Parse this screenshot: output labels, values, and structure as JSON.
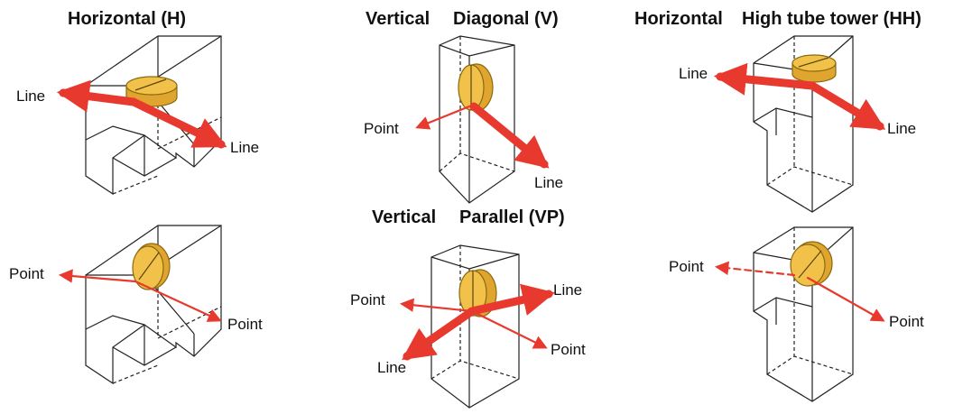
{
  "titles": {
    "h": "Horizontal (H)",
    "v_word": "Vertical",
    "v_rest": "Diagonal (V)",
    "vp_word": "Vertical",
    "vp_rest": "Parallel (VP)",
    "hh_word": "Horizontal",
    "hh_rest": "High tube tower (HH)"
  },
  "labels": {
    "h_top_left": "Line",
    "h_top_right": "Line",
    "h_bot_left": "Point",
    "h_bot_right": "Point",
    "v_left": "Point",
    "v_right": "Line",
    "vp_left_top": "Point",
    "vp_right_top": "Line",
    "vp_left_bot": "Line",
    "vp_right_bot": "Point",
    "hh_top_left": "Line",
    "hh_top_right": "Line",
    "hh_bot_left": "Point",
    "hh_bot_right": "Point"
  },
  "colors": {
    "arrow": "#e8392e",
    "lens": "#f2c14a",
    "lens_edge": "#8a6a10",
    "outline": "#222222"
  }
}
